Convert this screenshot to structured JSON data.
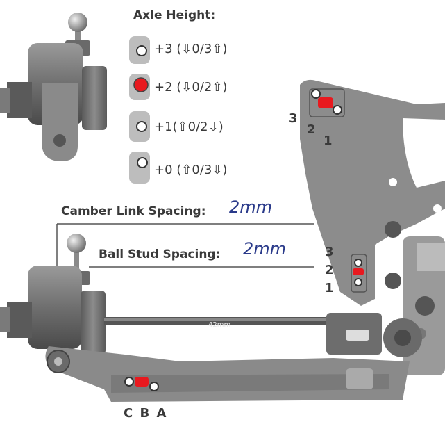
{
  "axle_height": {
    "title": "Axle Height:",
    "options": [
      {
        "label": "+3 (⇩0/3⇧)",
        "selected": false
      },
      {
        "label": "+2 (⇩0/2⇧)",
        "selected": true
      },
      {
        "label": "+1(⇧0/2⇩)",
        "selected": false
      },
      {
        "label": "+0 (⇧0/3⇩)",
        "selected": false
      }
    ]
  },
  "camber_link": {
    "label": "Camber Link Spacing:",
    "value": "2mm"
  },
  "ball_stud": {
    "label": "Ball Stud Spacing:",
    "value": "2mm"
  },
  "tower_holes": {
    "n3": "3",
    "n2": "2",
    "n1": "1"
  },
  "bulkhead_holes": {
    "n3": "3",
    "n2": "2",
    "n1": "1"
  },
  "arm_holes": {
    "label": "C B A"
  },
  "turnbuckle": {
    "label": "42mm"
  },
  "colors": {
    "selected": "#e8191f",
    "part": "#7a7a7a",
    "part_dark": "#4f4f4f"
  }
}
